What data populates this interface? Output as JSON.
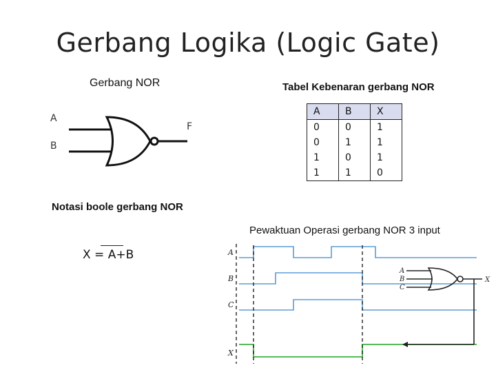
{
  "slide": {
    "title": "Gerbang Logika (Logic Gate)"
  },
  "gate_diagram": {
    "subtitle": "Gerbang  NOR",
    "input_a": "A",
    "input_b": "B",
    "output": "F"
  },
  "truth_table": {
    "caption": "Tabel Kebenaran gerbang NOR",
    "headers": [
      "A",
      "B",
      "X"
    ],
    "rows": [
      [
        "0",
        "0",
        "1"
      ],
      [
        "0",
        "1",
        "1"
      ],
      [
        "1",
        "0",
        "1"
      ],
      [
        "1",
        "1",
        "0"
      ]
    ]
  },
  "boolean_notation": {
    "title": "Notasi boole gerbang NOR",
    "lhs": "X = ",
    "rhs": "A+B"
  },
  "timing_diagram": {
    "caption": "Pewaktuan Operasi gerbang NOR 3 input",
    "signals": [
      "A",
      "B",
      "C",
      "X"
    ],
    "gate_inputs": [
      "A",
      "B",
      "C"
    ],
    "gate_output": "X",
    "colors": {
      "signal": "#5b9bd5",
      "output": "#3fb13f",
      "dashed": "#222222"
    }
  }
}
